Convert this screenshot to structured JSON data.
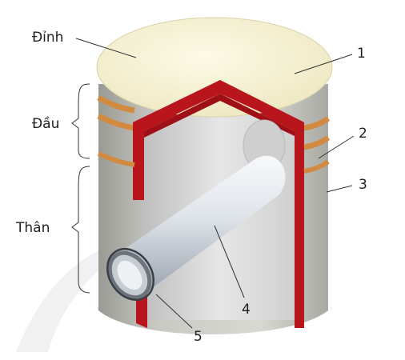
{
  "diagram": {
    "parts": {
      "dinh": "Đỉnh",
      "dau": "Đầu",
      "than": "Thân"
    },
    "callouts": {
      "n1": "1",
      "n2": "2",
      "n3": "3",
      "n4": "4",
      "n5": "5"
    },
    "colors": {
      "crown": "#fbf6da",
      "wall": "#c3c3bd",
      "section": "#b8151c",
      "ring": "#d18a3f",
      "pin": "#dfe4ea",
      "inner": "#d8d8d8"
    }
  }
}
